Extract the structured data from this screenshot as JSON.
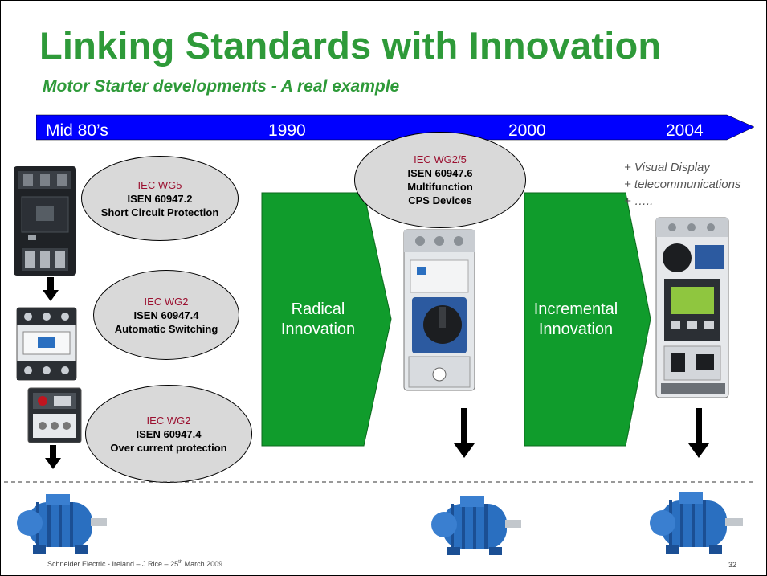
{
  "title": "Linking Standards with Innovation",
  "subtitle": "Motor Starter developments - A real example",
  "timeline": {
    "labels": [
      "Mid 80’s",
      "1990",
      "2000",
      "2004"
    ],
    "color": "#0000ff"
  },
  "ellipses": [
    {
      "group": "IEC WG5",
      "standard": "ISEN 60947.2",
      "desc": "Short Circuit Protection"
    },
    {
      "group": "IEC WG2",
      "standard": "ISEN 60947.4",
      "desc": "Automatic Switching"
    },
    {
      "group": "IEC WG2",
      "standard": "ISEN 60947.4",
      "desc": "Over current protection"
    },
    {
      "group": "IEC WG2/5",
      "standard": "ISEN 60947.6",
      "desc1": "Multifunction",
      "desc2": "CPS Devices"
    }
  ],
  "innovations": {
    "radical_line1": "Radical",
    "radical_line2": "Innovation",
    "incremental_line1": "Incremental",
    "incremental_line2": "Innovation",
    "color": "#109c2c"
  },
  "features": [
    "+ Visual Display",
    "+ telecommunications",
    "+ ….."
  ],
  "footer": {
    "text_before": "Schneider Electric - Ireland – J.Rice – 25",
    "text_sup": "th",
    "text_after": " March 2009",
    "page_number": "32"
  },
  "colors": {
    "title_green": "#2e9a39",
    "iec_red": "#9b1030",
    "ellipse_fill": "#d9d9d9",
    "motor_blue": "#2a6fc0"
  },
  "icons": [
    "circuit-breaker-icon",
    "contactor-icon",
    "overload-relay-icon",
    "motor-icon",
    "motor-starter-icon",
    "smart-starter-icon",
    "down-arrow-icon"
  ]
}
